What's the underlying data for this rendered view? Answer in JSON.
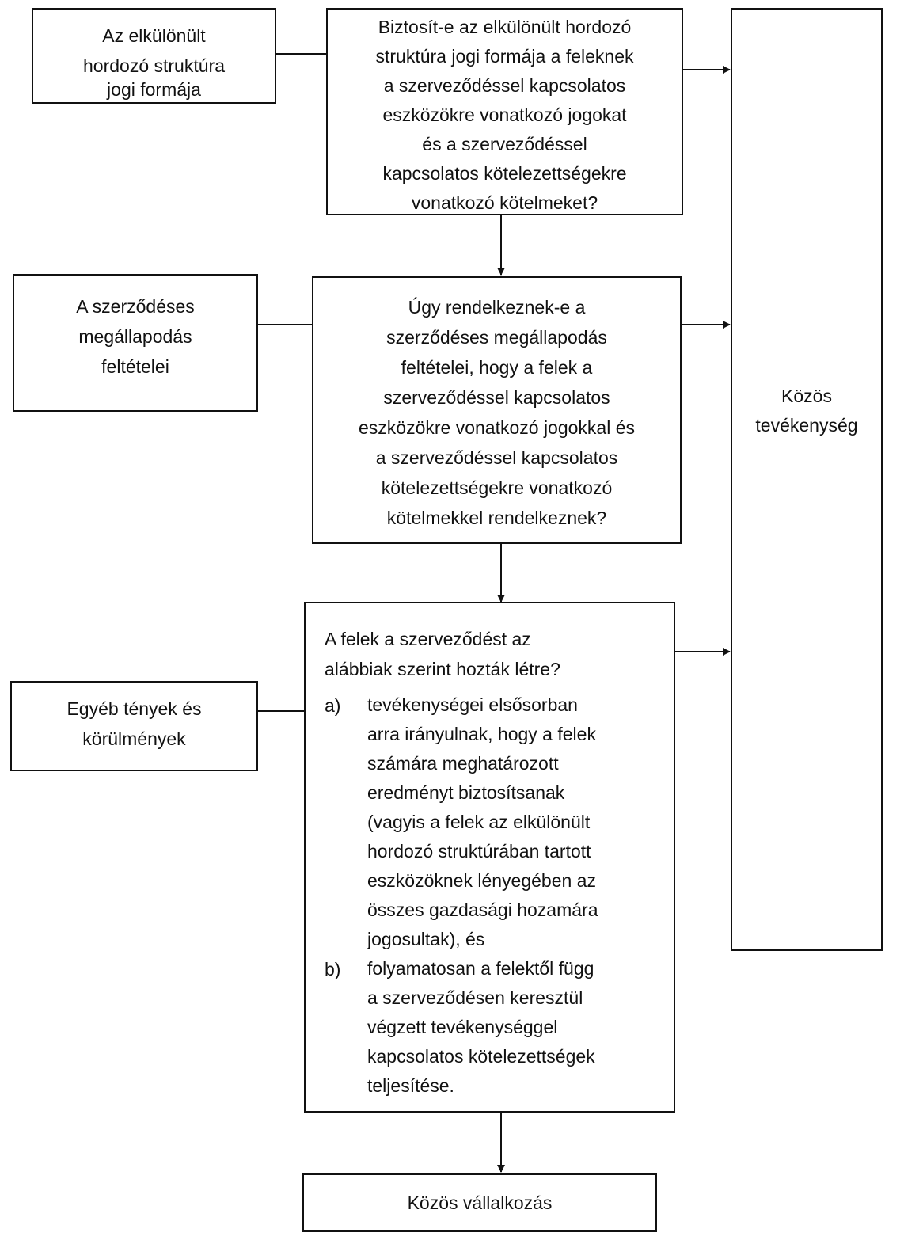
{
  "side_boxes": [
    {
      "lines": [
        "Az elkülönült",
        "hordozó struktúra",
        "jogi formája"
      ]
    },
    {
      "lines": [
        "A szerződéses",
        "megállapodás",
        "feltételei"
      ]
    },
    {
      "lines": [
        "Egyéb tények és",
        "körülmények"
      ]
    }
  ],
  "questions": [
    {
      "lines": [
        "Biztosít-e az elkülönült hordozó",
        "struktúra jogi formája a feleknek",
        "a szerveződéssel kapcsolatos",
        "eszközökre vonatkozó jogokat",
        "és a szerveződéssel",
        "kapcsolatos kötelezettségekre",
        "vonatkozó kötelmeket?"
      ]
    },
    {
      "lines": [
        "Úgy rendelkeznek-e a",
        "szerződéses megállapodás",
        "feltételei, hogy a felek a",
        "szerveződéssel kapcsolatos",
        "eszközökre vonatkozó jogokkal és",
        "a szerveződéssel kapcsolatos",
        "kötelezettségekre vonatkozó",
        "kötelmekkel rendelkeznek?"
      ]
    },
    {
      "intro_lines": [
        "A felek a szerveződést az",
        "alábbiak szerint hozták létre?"
      ],
      "items": [
        {
          "label": "a)",
          "lines": [
            "tevékenységei elsősorban",
            "arra irányulnak, hogy a felek",
            "számára meghatározott",
            "eredményt biztosítsanak",
            "(vagyis a felek az elkülönült",
            "hordozó struktúrában tartott",
            "eszközöknek lényegében az",
            "összes gazdasági hozamára",
            "jogosultak), és"
          ]
        },
        {
          "label": "b)",
          "lines": [
            "folyamatosan a felektől függ",
            "a szerveződésen keresztül",
            "végzett tevékenységgel",
            "kapcsolatos kötelezettségek",
            "teljesítése."
          ]
        }
      ]
    }
  ],
  "joint_operation": {
    "lines": [
      "Közös",
      "tevékenység"
    ]
  },
  "joint_venture": {
    "label": "Közös vállalkozás"
  }
}
